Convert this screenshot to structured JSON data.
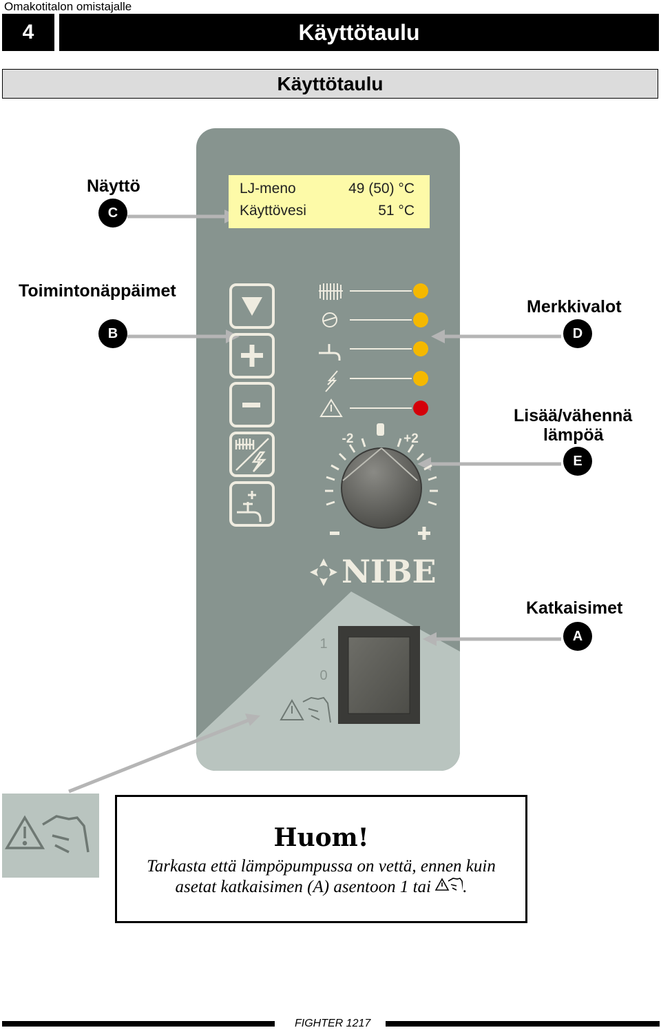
{
  "header": {
    "section_label": "Omakotitalon omistajalle",
    "chapter_number": "4",
    "chapter_title": "Käyttötaulu"
  },
  "subtitle": "Käyttötaulu",
  "callouts": {
    "display": {
      "label": "Näyttö",
      "letter": "C"
    },
    "function_keys": {
      "label": "Toimintonäppäimet",
      "letter": "B"
    },
    "indicator_lights": {
      "label": "Merkkivalot",
      "letter": "D"
    },
    "temp_adjust": {
      "label_line1": "Lisää/vähennä",
      "label_line2": "lämpöä",
      "letter": "E"
    },
    "switches": {
      "label": "Katkaisimet",
      "letter": "A"
    }
  },
  "display": {
    "row1_name": "LJ-meno",
    "row1_value": "49 (50)  °C",
    "row2_name": "Käyttövesi",
    "row2_value": "51  °C"
  },
  "panel": {
    "dial_min_label": "-2",
    "dial_max_label": "+2",
    "dial_minus": "-",
    "dial_plus": "+",
    "brand": "NIBE",
    "switch_on": "1",
    "switch_off": "0",
    "indicator_colors": [
      "#f5b800",
      "#f5b800",
      "#f5b800",
      "#f5b800",
      "#d4000a"
    ]
  },
  "note": {
    "title": "Huom!",
    "text_line1": "Tarkasta että lämpöpumpussa on vettä, ennen kuin",
    "text_line2": "asetat katkaisimen (A) asentoon 1 tai",
    "text_end": "."
  },
  "footer": {
    "model": "FIGHTER 1217"
  }
}
